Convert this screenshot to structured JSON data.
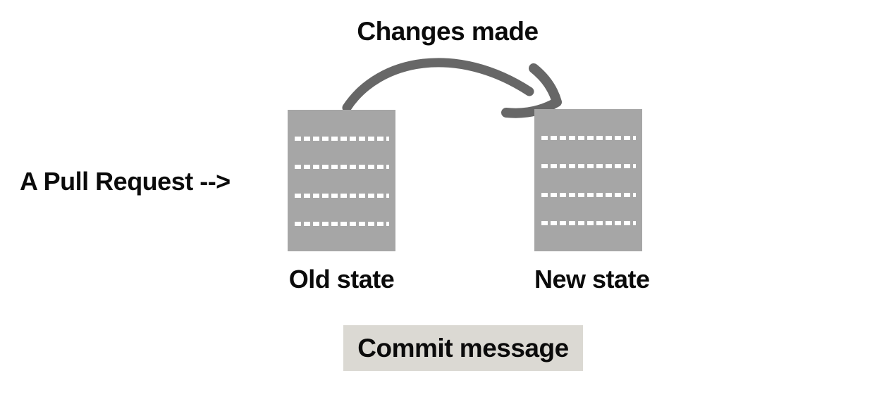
{
  "canvas": {
    "background": "#ffffff"
  },
  "title": "Changes made",
  "pull_request_label": "A Pull Request -->",
  "arrow": {
    "icon": "curved-arrow-icon",
    "color": "#676767",
    "direction": "old-state-to-new-state"
  },
  "documents": {
    "fill": "#a6a6a6",
    "line_color": "#ffffff",
    "line_count": 4,
    "old": {
      "label": "Old state"
    },
    "new": {
      "label": "New state"
    }
  },
  "commit": {
    "label": "Commit message",
    "background": "#dbd9d3"
  },
  "text_color": "#0b0b0b"
}
